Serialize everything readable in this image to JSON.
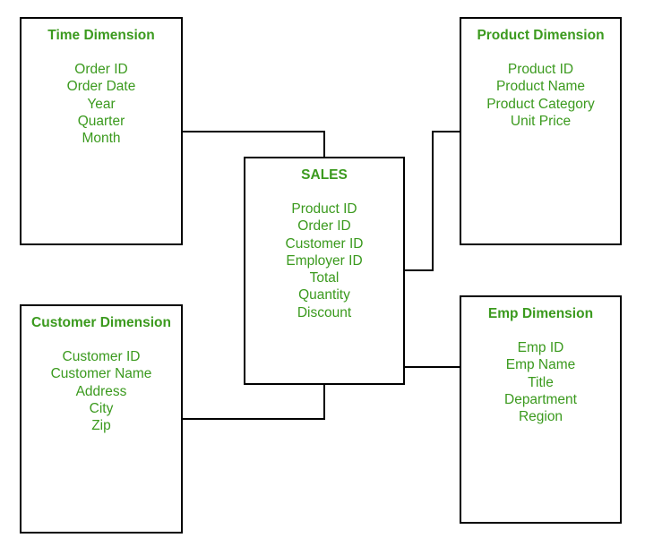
{
  "tables": {
    "time": {
      "title": "Time Dimension",
      "attributes": [
        "Order ID",
        "Order Date",
        "Year",
        "Quarter",
        "Month"
      ]
    },
    "product": {
      "title": "Product Dimension",
      "attributes": [
        "Product ID",
        "Product Name",
        "Product Category",
        "Unit Price"
      ]
    },
    "sales": {
      "title": "SALES",
      "attributes": [
        "Product ID",
        "Order ID",
        "Customer ID",
        "Employer ID",
        "Total",
        "Quantity",
        "Discount"
      ]
    },
    "customer": {
      "title": "Customer Dimension",
      "attributes": [
        "Customer ID",
        "Customer Name",
        "Address",
        "City",
        "Zip"
      ]
    },
    "emp": {
      "title": "Emp Dimension",
      "attributes": [
        "Emp ID",
        "Emp Name",
        "Title",
        "Department",
        "Region"
      ]
    }
  },
  "relationships": [
    {
      "from": "time",
      "to": "sales"
    },
    {
      "from": "product",
      "to": "sales"
    },
    {
      "from": "customer",
      "to": "sales"
    },
    {
      "from": "emp",
      "to": "sales"
    }
  ],
  "colors": {
    "text": "#3b9a1e",
    "border": "#000000",
    "background": "#ffffff"
  }
}
